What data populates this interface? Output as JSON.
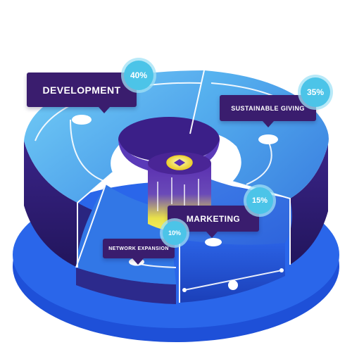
{
  "segments": [
    {
      "label": "DEVELOPMENT",
      "percent": "40%",
      "value": 40
    },
    {
      "label": "SUSTAINABLE GIVING",
      "percent": "35%",
      "value": 35
    },
    {
      "label": "MARKETING",
      "percent": "15%",
      "value": 15
    },
    {
      "label": "NETWORK EXPANSION",
      "percent": "10%",
      "value": 10
    }
  ],
  "colors": {
    "top_light": "#6cc8f4",
    "top_mid": "#3d8ee6",
    "side_dark": "#2b1a6b",
    "side_blue": "#1f4fd6",
    "base_blue": "#2a62e8",
    "callout_bg": "#3a1d6e",
    "badge": "#4cc4e8",
    "core_gold": "#f5e94a",
    "core_purple": "#4a2596"
  },
  "icons": [
    "coin-icon"
  ]
}
